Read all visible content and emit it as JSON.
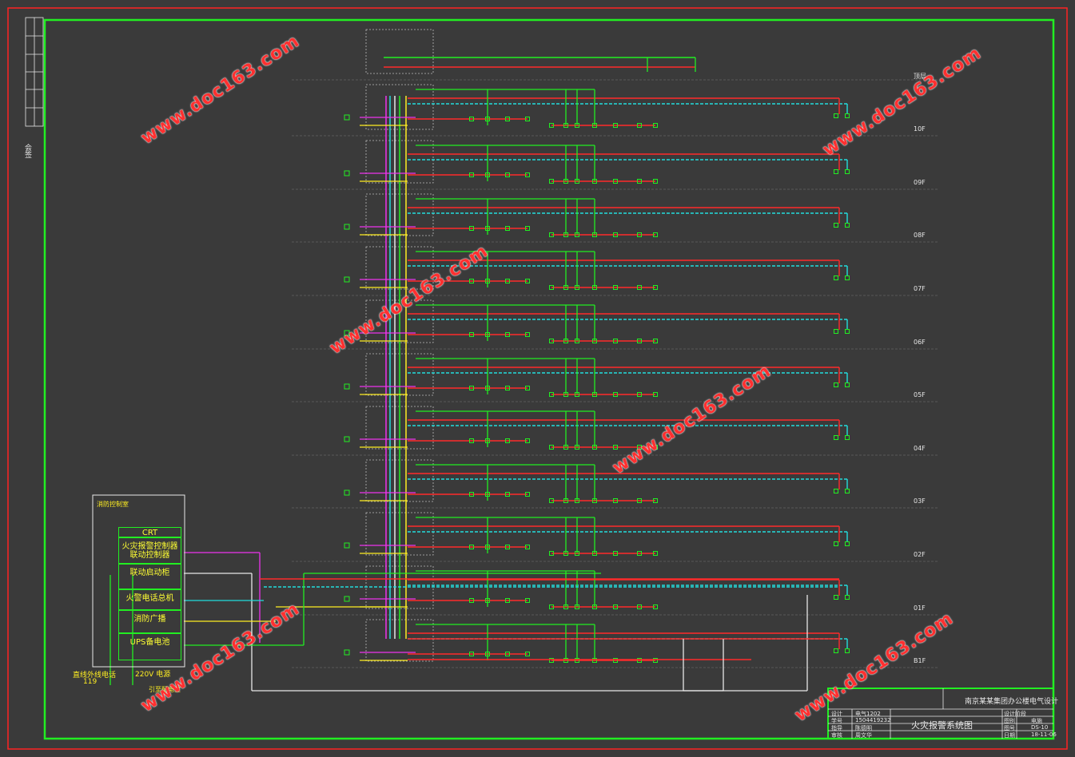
{
  "watermark": "www.doc163.com",
  "sidebar": {
    "vertical_label": "会签"
  },
  "floors": [
    "顶层",
    "10F",
    "09F",
    "08F",
    "07F",
    "06F",
    "05F",
    "04F",
    "03F",
    "02F",
    "01F",
    "B1F"
  ],
  "control_room": {
    "title": "消防控制室",
    "modules": [
      "CRT",
      "火灾报警控制器\n联动控制器",
      "联动启动柜",
      "火警电话总机",
      "消防广播",
      "UPS备电池"
    ]
  },
  "bottom_labels": {
    "direct_line": "直线外线电话",
    "direct_line_number": "119",
    "power": "220V 电源",
    "power_dest": "引至配电室"
  },
  "title_block": {
    "project": "南京某某集团办公楼电气设计",
    "drawing_title": "火灾报警系统图",
    "rows_left": [
      "设计",
      "学号",
      "指导",
      "审核"
    ],
    "rows_left_values": [
      "电气1202",
      "1504419232",
      "陈德明",
      "周文华"
    ],
    "rows_right": [
      "设计阶段",
      "图别",
      "图号",
      "日期"
    ],
    "rows_right_values": [
      "",
      "电施",
      "DS-10",
      "18-11-06"
    ]
  },
  "colors": {
    "frame": "#22ee22",
    "outer": "#ff2222",
    "signal": "#ff2a2a",
    "bus_cyan": "#22dddd",
    "power_green": "#22ee22",
    "yellow": "#ffee22",
    "magenta": "#ee33ee",
    "white": "#e8e8e8"
  }
}
